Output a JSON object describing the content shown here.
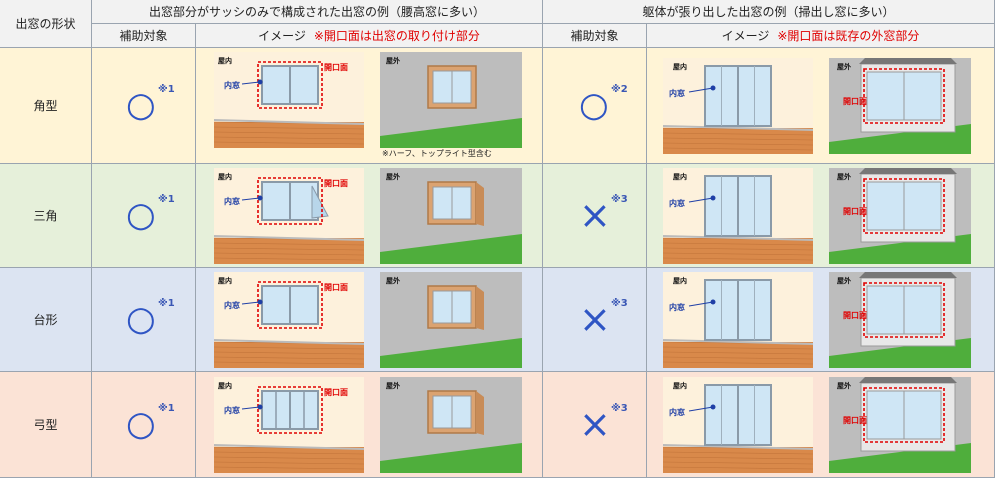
{
  "headers": {
    "shape_col": "出窓の形状",
    "group_a": "出窓部分がサッシのみで構成された出窓の例（腰高窓に多い）",
    "group_b": "躯体が張り出した出窓の例（掃出し窓に多い）",
    "subsidy": "補助対象",
    "image_prefix": "イメージ",
    "image_note_a": "※開口面は出窓の取り付け部分",
    "image_note_b": "※開口面は既存の外窓部分"
  },
  "labels": {
    "indoor": "屋内",
    "outdoor": "屋外",
    "inner_window": "内窓",
    "opening": "開口面",
    "footnote_kaku": "※ハーフ、トップライト型含む"
  },
  "rows": [
    {
      "shape": "角型",
      "a_mark": "○",
      "a_note": "※1",
      "b_mark": "○",
      "b_note": "※2"
    },
    {
      "shape": "三角",
      "a_mark": "○",
      "a_note": "※1",
      "b_mark": "×",
      "b_note": "※3"
    },
    {
      "shape": "台形",
      "a_mark": "○",
      "a_note": "※1",
      "b_mark": "×",
      "b_note": "※3"
    },
    {
      "shape": "弓型",
      "a_mark": "○",
      "a_note": "※1",
      "b_mark": "×",
      "b_note": "※3"
    }
  ],
  "colors": {
    "row_bg": [
      "#fff4d6",
      "#e6f0da",
      "#dce4f2",
      "#fbe3d6"
    ],
    "mark": "#2f55c4",
    "accent_red": "#e00000"
  }
}
